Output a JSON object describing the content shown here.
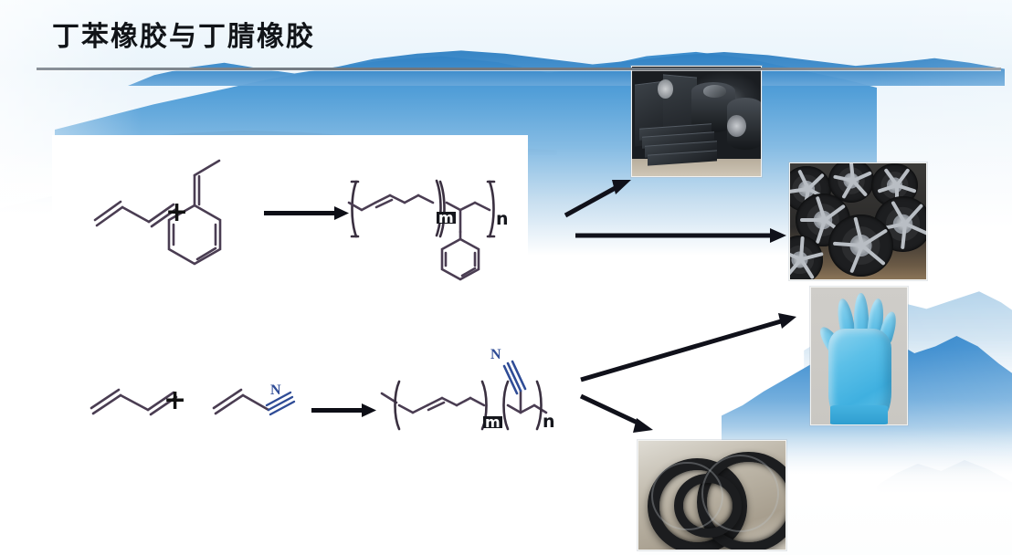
{
  "slide": {
    "title": "丁苯橡胶与丁腈橡胶",
    "title_underline": true,
    "background": "blue ink-wash mountain landscape",
    "colors": {
      "title_text": "#111418",
      "rule": "#737a82",
      "mountain_blue": "#2f84c8",
      "bond_purple": "#4a3d52",
      "nitrogen_blue": "#2f4c96",
      "arrow_black": "#10111a",
      "glove_blue": "#49b5e2"
    }
  },
  "reactions": [
    {
      "id": "sbr",
      "name": "styrene-butadiene-rubber-reaction",
      "reactant_1": {
        "name": "1,3-butadiene",
        "label": ""
      },
      "operator": "+",
      "reactant_2": {
        "name": "styrene",
        "label": ""
      },
      "arrow": "reaction-arrow",
      "product": {
        "name": "styrene-butadiene-rubber",
        "subscript_m": "m",
        "subscript_n": "n",
        "bracket_left": "[",
        "bracket_right": "]"
      }
    },
    {
      "id": "nbr",
      "name": "nitrile-butadiene-rubber-reaction",
      "reactant_1": {
        "name": "1,3-butadiene",
        "label": ""
      },
      "operator": "+",
      "reactant_2": {
        "name": "acrylonitrile",
        "label": "N"
      },
      "arrow": "reaction-arrow",
      "product": {
        "name": "nitrile-butadiene-rubber",
        "nitrogen_label": "N",
        "subscript_m": "m",
        "subscript_n": "n"
      }
    }
  ],
  "applications": [
    {
      "id": "sheets",
      "name": "rubber-sheets-and-rolls-photo",
      "caption": ""
    },
    {
      "id": "tires",
      "name": "car-tires-photo",
      "caption": ""
    },
    {
      "id": "glove",
      "name": "blue-nitrile-glove-photo",
      "caption": ""
    },
    {
      "id": "rings",
      "name": "black-rubber-hose-rings-photo",
      "caption": ""
    }
  ],
  "links": [
    {
      "from": "sbr",
      "to": "sheets",
      "name": "arrow-sbr-to-sheets"
    },
    {
      "from": "sbr",
      "to": "tires",
      "name": "arrow-sbr-to-tires"
    },
    {
      "from": "nbr",
      "to": "glove",
      "name": "arrow-nbr-to-glove"
    },
    {
      "from": "nbr",
      "to": "rings",
      "name": "arrow-nbr-to-rings"
    }
  ]
}
